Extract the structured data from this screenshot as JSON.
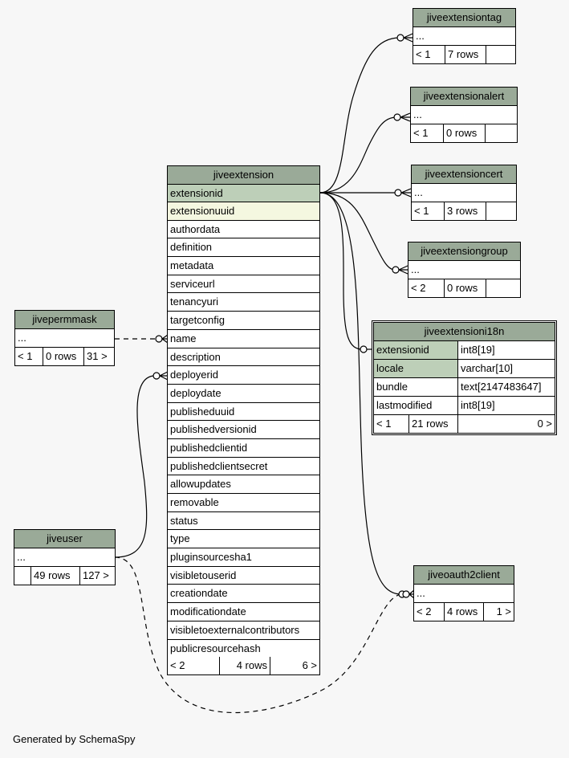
{
  "footer": "Generated by SchemaSpy",
  "tables": {
    "jiveextension": {
      "name": "jiveextension",
      "columns": [
        "extensionid",
        "extensionuuid",
        "authordata",
        "definition",
        "metadata",
        "serviceurl",
        "tenancyuri",
        "targetconfig",
        "name",
        "description",
        "deployerid",
        "deploydate",
        "publisheduuid",
        "publishedversionid",
        "publishedclientid",
        "publishedclientsecret",
        "allowupdates",
        "removable",
        "status",
        "type",
        "pluginsourcesha1",
        "visibletouserid",
        "creationdate",
        "modificationdate",
        "visibletoexternalcontributors",
        "publicresourcehash"
      ],
      "parents": "< 2",
      "rows": "4 rows",
      "children": "6 >"
    },
    "jiveextensiontag": {
      "name": "jiveextensiontag",
      "cols": "...",
      "parents": "< 1",
      "rows": "7 rows",
      "children": ""
    },
    "jiveextensionalert": {
      "name": "jiveextensionalert",
      "cols": "...",
      "parents": "< 1",
      "rows": "0 rows",
      "children": ""
    },
    "jiveextensioncert": {
      "name": "jiveextensioncert",
      "cols": "...",
      "parents": "< 1",
      "rows": "3 rows",
      "children": ""
    },
    "jiveextensiongroup": {
      "name": "jiveextensiongroup",
      "cols": "...",
      "parents": "< 2",
      "rows": "0 rows",
      "children": ""
    },
    "jiveextensioni18n": {
      "name": "jiveextensioni18n",
      "columns": [
        {
          "name": "extensionid",
          "type": "int8[19]"
        },
        {
          "name": "locale",
          "type": "varchar[10]"
        },
        {
          "name": "bundle",
          "type": "text[2147483647]"
        },
        {
          "name": "lastmodified",
          "type": "int8[19]"
        }
      ],
      "parents": "< 1",
      "rows": "21 rows",
      "children": "0 >"
    },
    "jivepermmask": {
      "name": "jivepermmask",
      "cols": "...",
      "parents": "< 1",
      "rows": "0 rows",
      "children": "31 >"
    },
    "jiveuser": {
      "name": "jiveuser",
      "cols": "...",
      "parents": "",
      "rows": "49 rows",
      "children": "127 >"
    },
    "jiveoauth2client": {
      "name": "jiveoauth2client",
      "cols": "...",
      "parents": "< 2",
      "rows": "4 rows",
      "children": "1 >"
    }
  },
  "colors": {
    "header": "#9aaa98",
    "primary_key": "#bdcfb8",
    "unique_key": "#f4f7e0",
    "background": "#f7f7f7"
  }
}
